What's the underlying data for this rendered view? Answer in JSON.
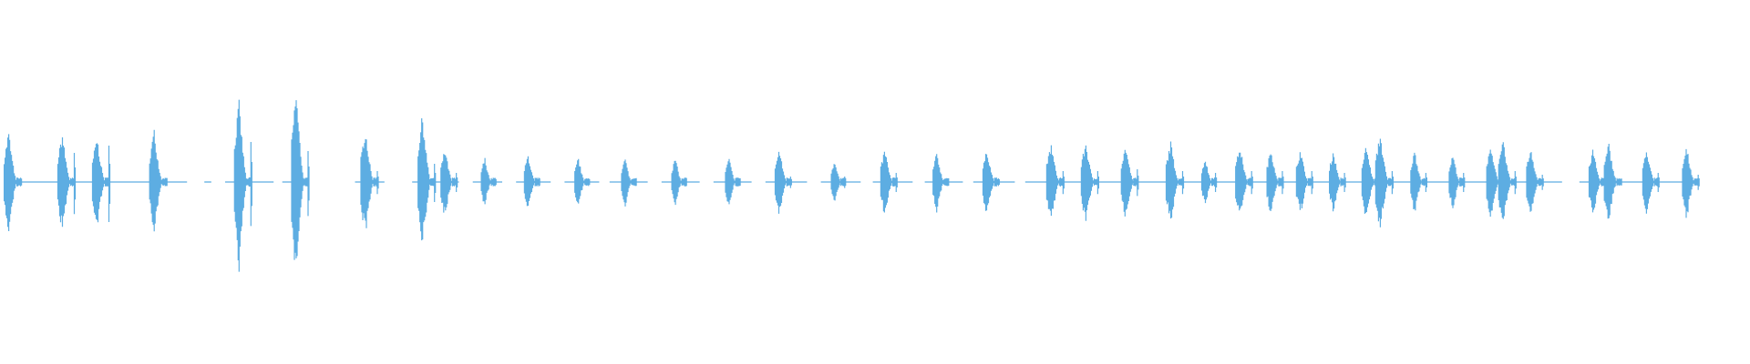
{
  "chart_data": {
    "type": "area",
    "title": "",
    "xlabel": "",
    "ylabel": "",
    "grid": false,
    "ylim": [
      -1,
      1
    ],
    "xlim": [
      0,
      1
    ],
    "color": "#5dade2",
    "bursts": [
      {
        "t": 0.005,
        "amp": 0.29,
        "tail": 0.0
      },
      {
        "t": 0.036,
        "amp": 0.28,
        "tail": 0.16
      },
      {
        "t": 0.056,
        "amp": 0.26,
        "tail": 0.2
      },
      {
        "t": 0.089,
        "amp": 0.3,
        "tail": 0.0
      },
      {
        "t": 0.138,
        "amp": 0.46,
        "tail": 0.22
      },
      {
        "t": 0.171,
        "amp": 0.53,
        "tail": 0.17
      },
      {
        "t": 0.211,
        "amp": 0.31,
        "tail": 0.06
      },
      {
        "t": 0.244,
        "amp": 0.39,
        "tail": 0.1
      },
      {
        "t": 0.257,
        "amp": 0.19,
        "tail": 0.05
      },
      {
        "t": 0.28,
        "amp": 0.14,
        "tail": 0.02
      },
      {
        "t": 0.305,
        "amp": 0.16,
        "tail": 0.02
      },
      {
        "t": 0.334,
        "amp": 0.14,
        "tail": 0.02
      },
      {
        "t": 0.361,
        "amp": 0.14,
        "tail": 0.02
      },
      {
        "t": 0.39,
        "amp": 0.14,
        "tail": 0.02
      },
      {
        "t": 0.421,
        "amp": 0.14,
        "tail": 0.02
      },
      {
        "t": 0.45,
        "amp": 0.19,
        "tail": 0.03
      },
      {
        "t": 0.482,
        "amp": 0.13,
        "tail": 0.03
      },
      {
        "t": 0.511,
        "amp": 0.19,
        "tail": 0.05
      },
      {
        "t": 0.541,
        "amp": 0.17,
        "tail": 0.02
      },
      {
        "t": 0.57,
        "amp": 0.19,
        "tail": 0.02
      },
      {
        "t": 0.607,
        "amp": 0.22,
        "tail": 0.06
      },
      {
        "t": 0.627,
        "amp": 0.23,
        "tail": 0.06
      },
      {
        "t": 0.65,
        "amp": 0.21,
        "tail": 0.07
      },
      {
        "t": 0.676,
        "amp": 0.23,
        "tail": 0.06
      },
      {
        "t": 0.696,
        "amp": 0.14,
        "tail": 0.05
      },
      {
        "t": 0.716,
        "amp": 0.21,
        "tail": 0.06
      },
      {
        "t": 0.734,
        "amp": 0.19,
        "tail": 0.06
      },
      {
        "t": 0.751,
        "amp": 0.19,
        "tail": 0.06
      },
      {
        "t": 0.77,
        "amp": 0.18,
        "tail": 0.05
      },
      {
        "t": 0.789,
        "amp": 0.21,
        "tail": 0.0
      },
      {
        "t": 0.797,
        "amp": 0.28,
        "tail": 0.06
      },
      {
        "t": 0.817,
        "amp": 0.18,
        "tail": 0.05
      },
      {
        "t": 0.839,
        "amp": 0.16,
        "tail": 0.05
      },
      {
        "t": 0.861,
        "amp": 0.21,
        "tail": 0.0
      },
      {
        "t": 0.868,
        "amp": 0.23,
        "tail": 0.06
      },
      {
        "t": 0.884,
        "amp": 0.2,
        "tail": 0.04
      },
      {
        "t": 0.92,
        "amp": 0.19,
        "tail": 0.0
      },
      {
        "t": 0.929,
        "amp": 0.22,
        "tail": 0.0
      },
      {
        "t": 0.951,
        "amp": 0.19,
        "tail": 0.05
      },
      {
        "t": 0.974,
        "amp": 0.2,
        "tail": 0.04
      }
    ],
    "baseline_gaps": [
      [
        0.108,
        0.118
      ],
      [
        0.122,
        0.13
      ],
      [
        0.158,
        0.163
      ],
      [
        0.178,
        0.205
      ],
      [
        0.222,
        0.238
      ],
      [
        0.265,
        0.273
      ],
      [
        0.29,
        0.298
      ],
      [
        0.318,
        0.326
      ],
      [
        0.346,
        0.352
      ],
      [
        0.374,
        0.382
      ],
      [
        0.404,
        0.412
      ],
      [
        0.434,
        0.442
      ],
      [
        0.466,
        0.474
      ],
      [
        0.497,
        0.504
      ],
      [
        0.527,
        0.534
      ],
      [
        0.556,
        0.562
      ],
      [
        0.586,
        0.592
      ],
      [
        0.902,
        0.912
      ]
    ]
  }
}
